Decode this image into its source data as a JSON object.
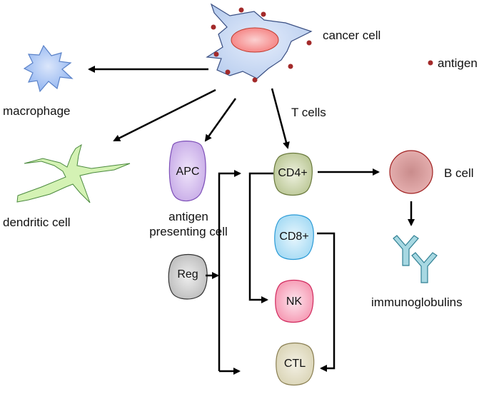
{
  "labels": {
    "cancer_cell": "cancer cell",
    "antigen_legend": "antigen",
    "macrophage": "macrophage",
    "t_cells": "T cells",
    "dendritic_cell": "dendritic cell",
    "apc": "APC",
    "apc_caption_line1": "antigen",
    "apc_caption_line2": "presenting cell",
    "cd4": "CD4+",
    "cd8": "CD8+",
    "b_cell": "B cell",
    "reg": "Reg",
    "nk": "NK",
    "ctl": "CTL",
    "immunoglobulins": "immunoglobulins"
  },
  "colors": {
    "cancer_cell": "#b8cdee",
    "nucleus": "#f47a7a",
    "antigen": "#a32a2a",
    "macrophage": "#8fb3f0",
    "dendritic_cell": "#d4f2b4",
    "apc": "#c5a8e6",
    "cd4": "#b7c490",
    "cd8": "#9fd8f3",
    "nk": "#f591ad",
    "ctl": "#d8d2b2",
    "reg": "#b9b9b9",
    "b_cell": "#e6b0b0",
    "immunoglobulin": "#a7d8e2"
  }
}
